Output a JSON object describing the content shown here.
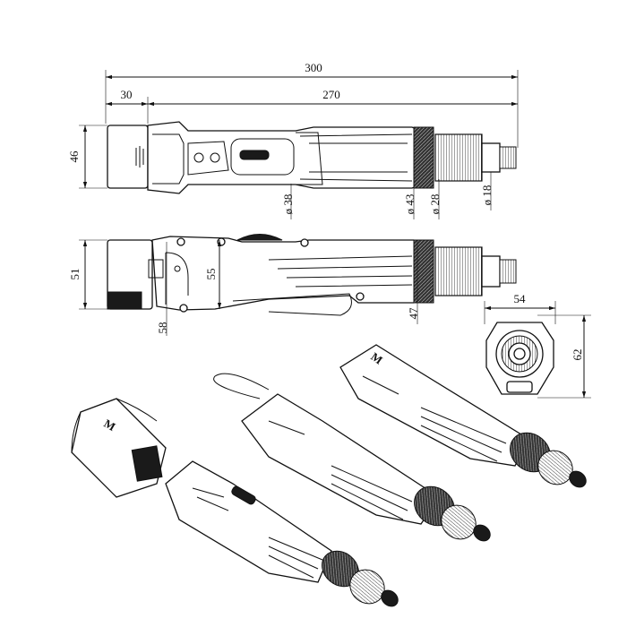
{
  "dimensions": {
    "overall_length": "300",
    "rear_length": "30",
    "front_length": "270",
    "top_height": "46",
    "dia_body": "ø 38",
    "dia_collar": "ø 43",
    "dia_nose": "ø 28",
    "dia_bit": "ø 18",
    "side_height": "51",
    "side_inner": "55",
    "side_front": "47",
    "side_low": "58",
    "end_width": "54",
    "end_height": "62"
  },
  "logo_text": "M"
}
